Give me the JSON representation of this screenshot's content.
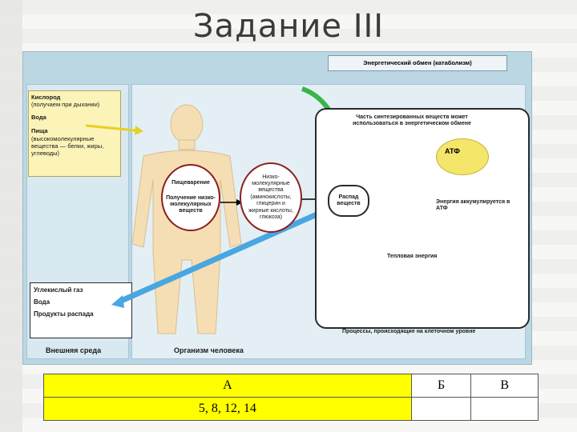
{
  "title": "Задание III",
  "diagram": {
    "catabolism_title": "Энергетический обмен (катаболизм)",
    "inputs": [
      {
        "label": "Кислород",
        "note": "(получаем при дыхании)"
      },
      {
        "label": "Вода",
        "note": ""
      },
      {
        "label": "Пища",
        "note": "(высокомолекулярные вещества — белки, жиры, углеводы)"
      }
    ],
    "outputs": [
      "Углекислый газ",
      "Вода",
      "Продукты распада"
    ],
    "digestion_top": "Пищеварение",
    "digestion_bottom": "Получение низко-молекулярных веществ",
    "lowmol": "Низко-молекулярные вещества (аминокислоты, глицерин и жирные кислоты, глюкоза)",
    "breakdown": "Распад веществ",
    "synthesized_note": "Часть синтезированных веществ может использоваться в энергетическом обмене",
    "atp": "АТФ",
    "energy_atp": "Энергия аккумулируется в АТФ",
    "heat": "Тепловая энергия",
    "cell_processes": "Процессы, происходящие на клеточном уровне",
    "environment": "Внешняя среда",
    "organism": "Организм человека"
  },
  "table": {
    "headers": [
      "А",
      "Б",
      "В"
    ],
    "row": [
      "5, 8, 12, 14",
      "",
      ""
    ]
  },
  "colors": {
    "highlight": "#ffff00"
  }
}
